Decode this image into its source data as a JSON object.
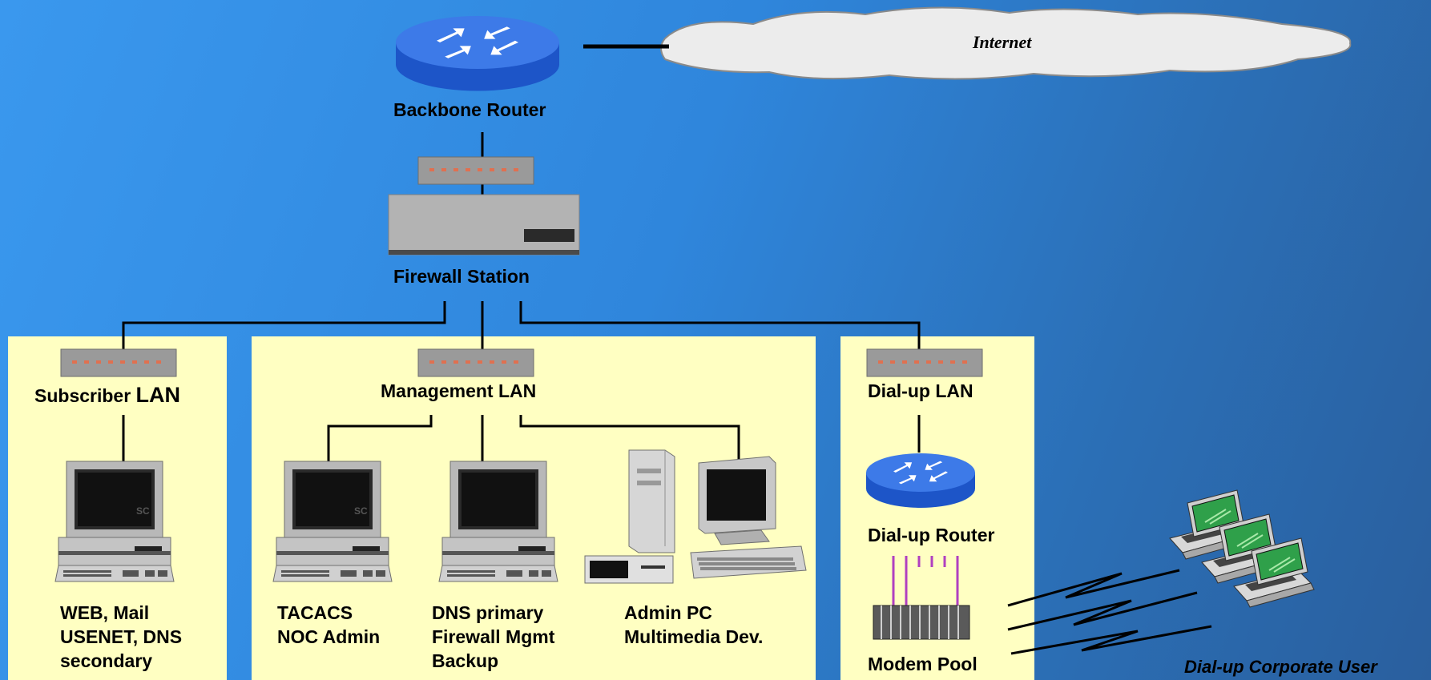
{
  "labels": {
    "internet": "Internet",
    "backbone_router": "Backbone Router",
    "firewall_station": "Firewall Station",
    "subscriber_lan_a": "Subscriber ",
    "subscriber_lan_b": "LAN",
    "management_lan": "Management LAN",
    "dialup_lan": "Dial-up LAN",
    "dialup_router": "Dial-up Router",
    "modem_pool": "Modem Pool",
    "corporate_user": "Dial-up Corporate User",
    "screen_mark": "SC"
  },
  "hosts": {
    "subscriber": [
      "WEB, Mail",
      "USENET, DNS",
      "secondary"
    ],
    "tacacs": [
      "TACACS",
      "NOC Admin"
    ],
    "dns": [
      "DNS primary",
      "Firewall Mgmt",
      "Backup"
    ],
    "admin": [
      "Admin PC",
      "Multimedia Dev."
    ]
  },
  "colors": {
    "panel": "#ffffc2",
    "router_blue": "#3d7ae8",
    "hub_gray": "#9a9a9a",
    "line": "#000000",
    "modem_wire": "#b040c0"
  }
}
